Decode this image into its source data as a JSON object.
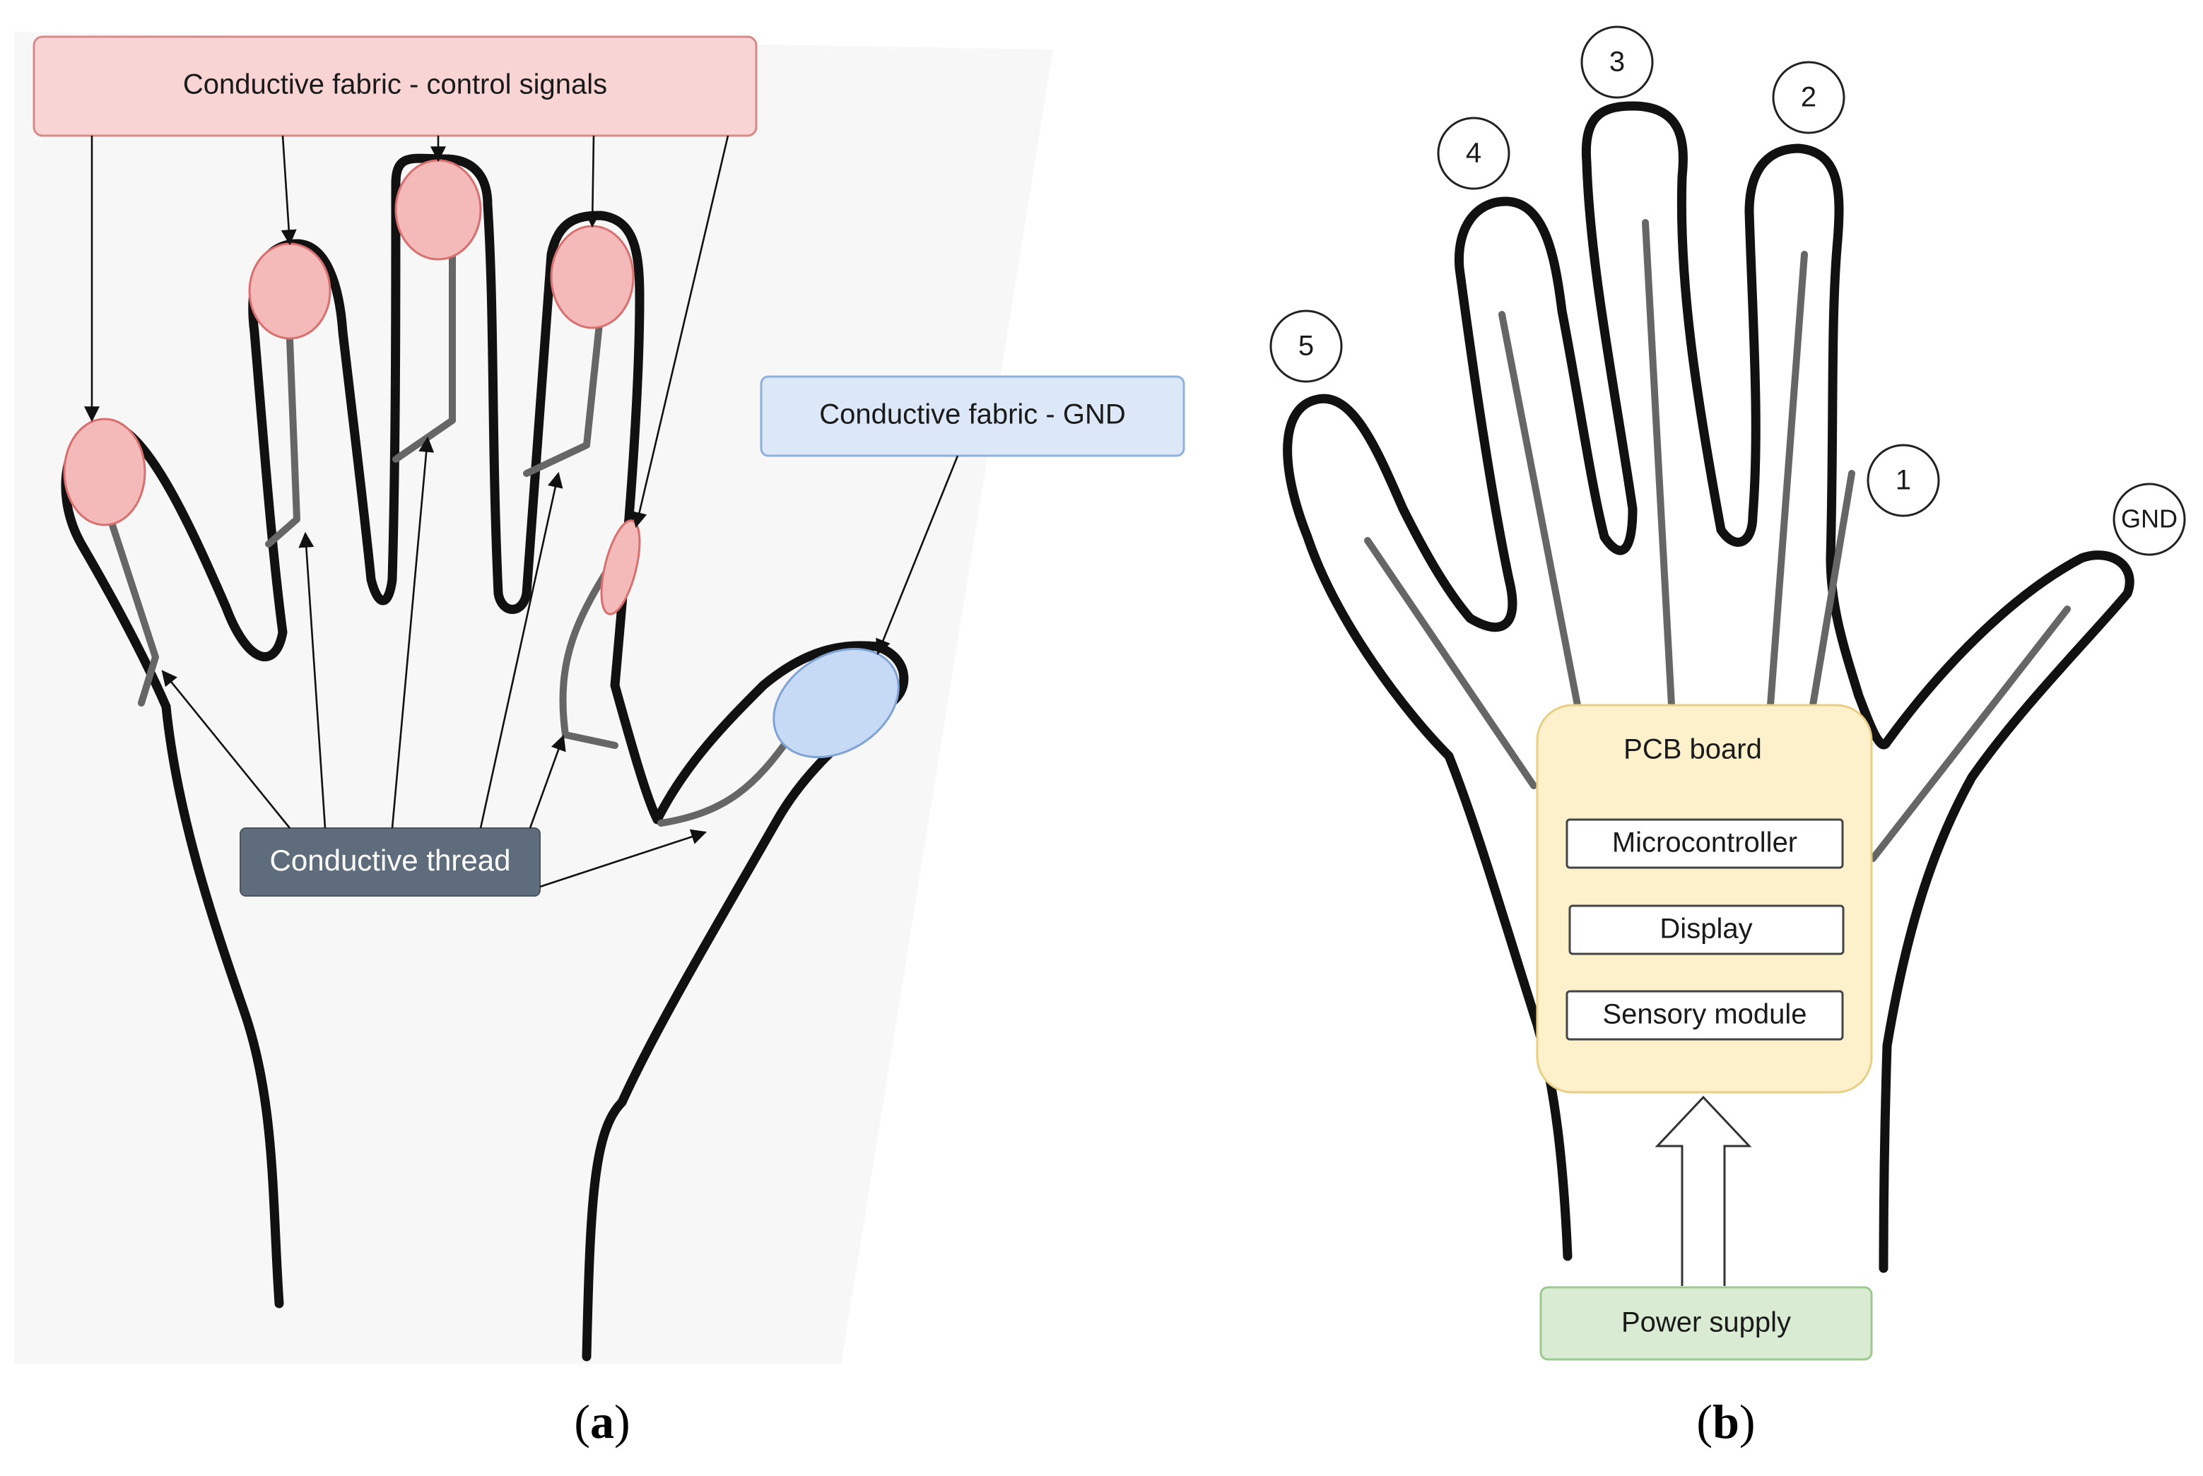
{
  "panel_a": {
    "caption_letter": "a",
    "label_control_signals": "Conductive fabric - control signals",
    "label_gnd": "Conductive fabric - GND",
    "label_thread": "Conductive thread",
    "colors": {
      "control_box_fill": "#f8d4d4",
      "control_box_stroke": "#d88a8a",
      "pad_fill": "#f4b9b9",
      "pad_stroke": "#d96f6f",
      "gnd_box_fill": "#dce8f8",
      "gnd_box_stroke": "#8fb0dc",
      "gnd_pad_fill": "#c7daf5",
      "gnd_pad_stroke": "#7ea3d4",
      "thread_box_fill": "#5f6c7b",
      "thread_line": "#666666"
    }
  },
  "panel_b": {
    "caption_letter": "b",
    "pcb_title": "PCB board",
    "modules": [
      "Microcontroller",
      "Display",
      "Sensory module"
    ],
    "power_label": "Power supply",
    "finger_numbers": [
      "1",
      "2",
      "3",
      "4",
      "5"
    ],
    "gnd_label": "GND",
    "colors": {
      "pcb_fill": "#fdf1cc",
      "pcb_stroke": "#e8cf85",
      "power_fill": "#d9ecd3",
      "power_stroke": "#9cc98f"
    }
  }
}
